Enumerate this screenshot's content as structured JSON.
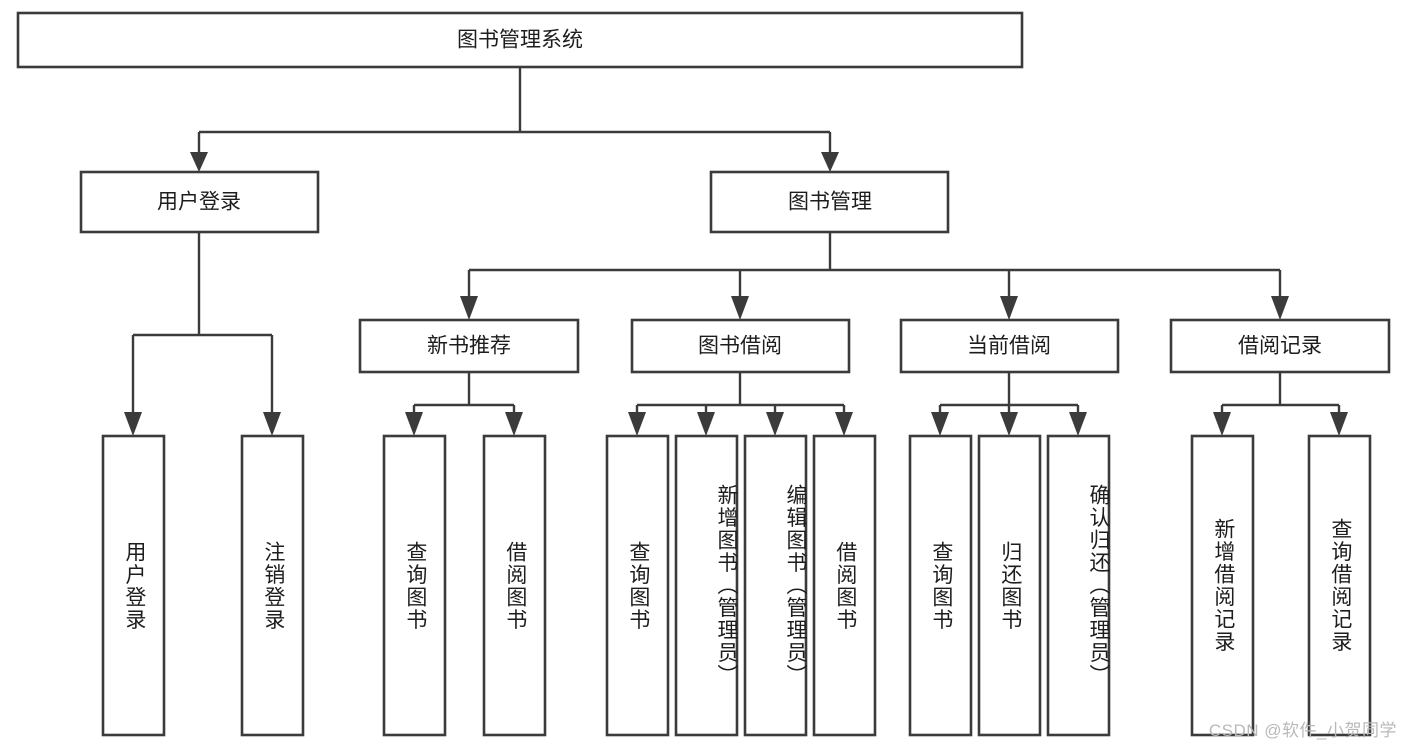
{
  "diagram": {
    "title": "图书管理系统",
    "type": "tree-hierarchy-diagram",
    "background_color": "#ffffff",
    "box_fill_color": "#ffffff",
    "box_stroke_color": "#3b3b3b",
    "text_color": "#1d1d1d",
    "levels": [
      {
        "level": 1,
        "nodes": [
          {
            "id": "root",
            "label": "图书管理系统",
            "orientation": "horizontal"
          }
        ]
      },
      {
        "level": 2,
        "nodes": [
          {
            "id": "user-login",
            "label": "用户登录",
            "orientation": "horizontal",
            "parent": "root"
          },
          {
            "id": "book-manage",
            "label": "图书管理",
            "orientation": "horizontal",
            "parent": "root"
          }
        ]
      },
      {
        "level": 3,
        "nodes": [
          {
            "id": "new-book-rec",
            "label": "新书推荐",
            "orientation": "horizontal",
            "parent": "book-manage"
          },
          {
            "id": "book-borrow",
            "label": "图书借阅",
            "orientation": "horizontal",
            "parent": "book-manage"
          },
          {
            "id": "current-borrow",
            "label": "当前借阅",
            "orientation": "horizontal",
            "parent": "book-manage"
          },
          {
            "id": "borrow-record",
            "label": "借阅记录",
            "orientation": "horizontal",
            "parent": "book-manage"
          }
        ]
      },
      {
        "level": 4,
        "nodes": [
          {
            "id": "leaf-user-login",
            "label": "用户登录",
            "orientation": "vertical",
            "parent": "user-login"
          },
          {
            "id": "leaf-logout",
            "label": "注销登录",
            "orientation": "vertical",
            "parent": "user-login"
          },
          {
            "id": "leaf-query-book-1",
            "label": "查询图书",
            "orientation": "vertical",
            "parent": "new-book-rec"
          },
          {
            "id": "leaf-borrow-book-1",
            "label": "借阅图书",
            "orientation": "vertical",
            "parent": "new-book-rec"
          },
          {
            "id": "leaf-query-book-2",
            "label": "查询图书",
            "orientation": "vertical",
            "parent": "book-borrow"
          },
          {
            "id": "leaf-add-book",
            "label": "新增图书（管理员）",
            "orientation": "vertical",
            "parent": "book-borrow"
          },
          {
            "id": "leaf-edit-book",
            "label": "编辑图书（管理员）",
            "orientation": "vertical",
            "parent": "book-borrow"
          },
          {
            "id": "leaf-borrow-book-2",
            "label": "借阅图书",
            "orientation": "vertical",
            "parent": "book-borrow"
          },
          {
            "id": "leaf-query-book-3",
            "label": "查询图书",
            "orientation": "vertical",
            "parent": "current-borrow"
          },
          {
            "id": "leaf-return-book",
            "label": "归还图书",
            "orientation": "vertical",
            "parent": "current-borrow"
          },
          {
            "id": "leaf-confirm-return",
            "label": "确认归还（管理员）",
            "orientation": "vertical",
            "parent": "current-borrow"
          },
          {
            "id": "leaf-add-record",
            "label": "新增借阅记录",
            "orientation": "vertical",
            "parent": "borrow-record"
          },
          {
            "id": "leaf-query-record",
            "label": "查询借阅记录",
            "orientation": "vertical",
            "parent": "borrow-record"
          }
        ]
      }
    ]
  },
  "watermark": {
    "text": "CSDN @软件_小贺同学"
  }
}
